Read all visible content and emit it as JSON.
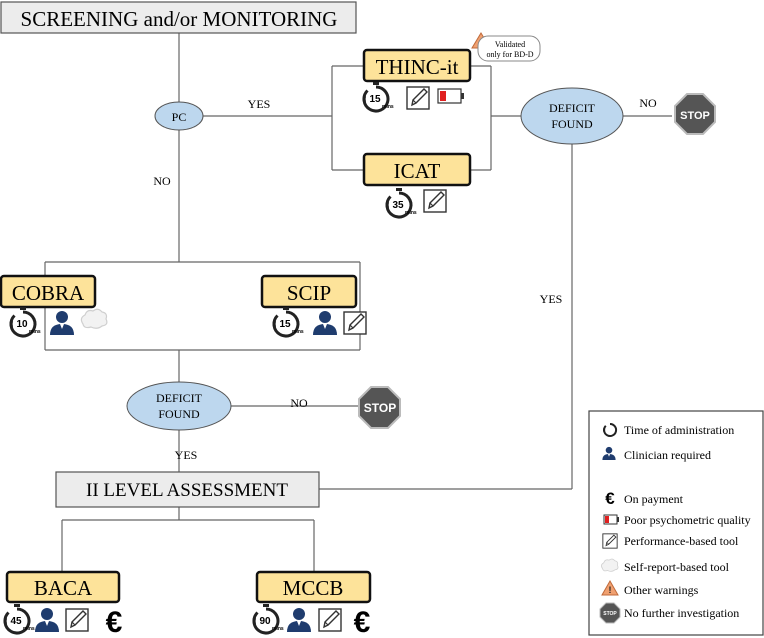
{
  "title": "SCREENING and/or MONITORING",
  "decision_pc": "PC",
  "labels": {
    "yes_pc": "YES",
    "no_pc": "NO",
    "no_deficit_right": "NO",
    "yes_deficit_right": "YES",
    "no_deficit_left": "NO",
    "yes_deficit_left": "YES"
  },
  "deficit_right": {
    "line1": "DEFICIT",
    "line2": "FOUND"
  },
  "deficit_left": {
    "line1": "DEFICIT",
    "line2": "FOUND"
  },
  "stop": "STOP",
  "validation_note": {
    "line1": "Validated",
    "line2": "only for BD-D"
  },
  "tools": {
    "thinc": {
      "name": "THINC-it",
      "minutes": "15",
      "unit": "mins"
    },
    "icat": {
      "name": "ICAT",
      "minutes": "35",
      "unit": "mins"
    },
    "cobra": {
      "name": "COBRA",
      "minutes": "10",
      "unit": "mins"
    },
    "scip": {
      "name": "SCIP",
      "minutes": "15",
      "unit": "mins"
    },
    "baca": {
      "name": "BACA",
      "minutes": "45",
      "unit": "mins",
      "currency": "€"
    },
    "mccb": {
      "name": "MCCB",
      "minutes": "90",
      "unit": "mins",
      "currency": "€"
    }
  },
  "second_level": "II LEVEL ASSESSMENT",
  "legend": {
    "items": [
      {
        "icon": "timer-icon",
        "label": "Time of administration"
      },
      {
        "icon": "clinician-icon",
        "label": "Clinician required"
      },
      {
        "icon": "euro-icon",
        "label": "On payment",
        "glyph": "€"
      },
      {
        "icon": "battery-low-icon",
        "label": "Poor psychometric quality"
      },
      {
        "icon": "pencil-square-icon",
        "label": "Performance-based tool"
      },
      {
        "icon": "thought-cloud-icon",
        "label": "Self-report-based tool"
      },
      {
        "icon": "warning-triangle-icon",
        "label": "Other warnings",
        "glyph": "!"
      },
      {
        "icon": "stop-sign-icon",
        "label": "No further investigation",
        "glyph": "STOP"
      }
    ]
  },
  "colors": {
    "tool_fill": "#fde39a",
    "decision_fill": "#bdd7ee",
    "header_fill": "#ececec",
    "clinician": "#1f3c6e",
    "stop": "#555555",
    "warning": "#f0a070",
    "battery_red": "#e02020"
  }
}
